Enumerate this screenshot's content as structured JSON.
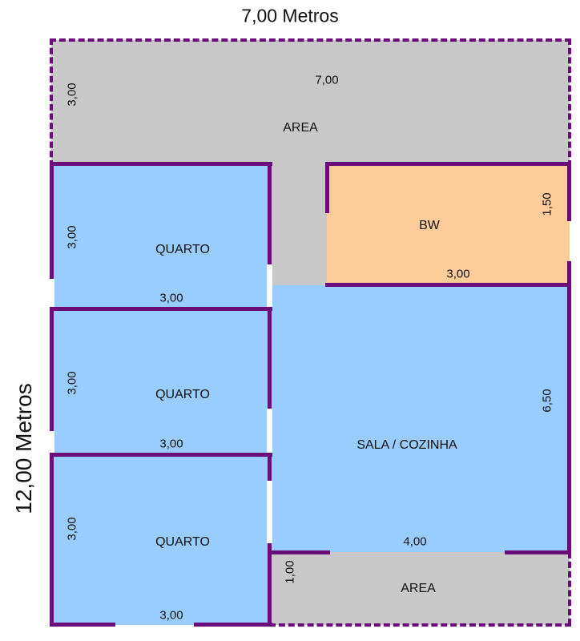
{
  "titles": {
    "width": "7,00 Metros",
    "height": "12,00 Metros"
  },
  "rooms": {
    "area_top": {
      "label": "AREA",
      "width": "7,00",
      "height": "3,00"
    },
    "quarto1": {
      "label": "QUARTO",
      "width": "3,00",
      "height": "3,00"
    },
    "quarto2": {
      "label": "QUARTO",
      "width": "3,00",
      "height": "3,00"
    },
    "quarto3": {
      "label": "QUARTO",
      "width": "3,00",
      "height": "3,00"
    },
    "bw": {
      "label": "BW",
      "width": "3,00",
      "height": "1,50"
    },
    "sala": {
      "label": "SALA / COZINHA",
      "width": "4,00",
      "height": "6,50"
    },
    "area_bottom": {
      "label": "AREA",
      "height": "1,00"
    }
  },
  "colors": {
    "area": "#c8c8c8",
    "quarto": "#99ccff",
    "bw": "#fdcc99",
    "wall": "#6a0d7a"
  }
}
